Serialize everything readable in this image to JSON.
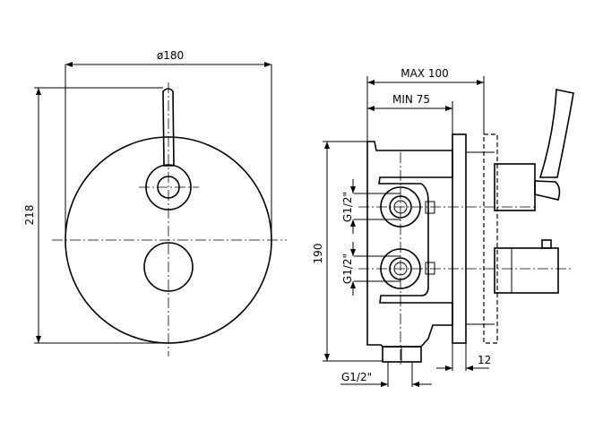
{
  "front_view": {
    "diameter_label": "ø180",
    "height_label": "218"
  },
  "side_view": {
    "max_depth_label": "MAX 100",
    "min_depth_label": "MIN 75",
    "height_label": "190",
    "upper_connection_label": "G1/2\"",
    "lower_connection_label": "G1/2\"",
    "bottom_connection_label": "G1/2\"",
    "plate_thickness_label": "12"
  }
}
